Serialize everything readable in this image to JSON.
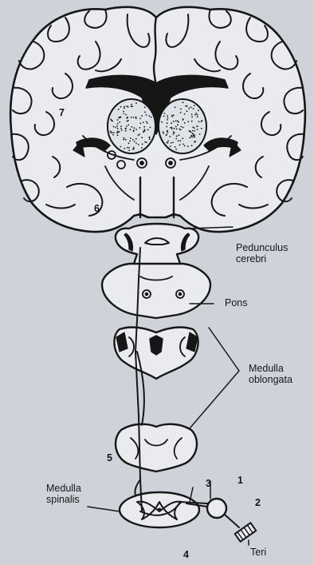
{
  "labels": {
    "pedunculus_cerebri": "Pedunculus\ncerebri",
    "pons": "Pons",
    "medulla_oblongata": "Medulla\noblongata",
    "medulla_spinalis": "Medulla\nspinalis",
    "teri": "Teri"
  },
  "numbers": [
    "1",
    "2",
    "3",
    "4",
    "5",
    "6",
    "7"
  ],
  "colors": {
    "background": "#cfd3d9",
    "ink": "#161616",
    "fill": "#e9ebee"
  }
}
